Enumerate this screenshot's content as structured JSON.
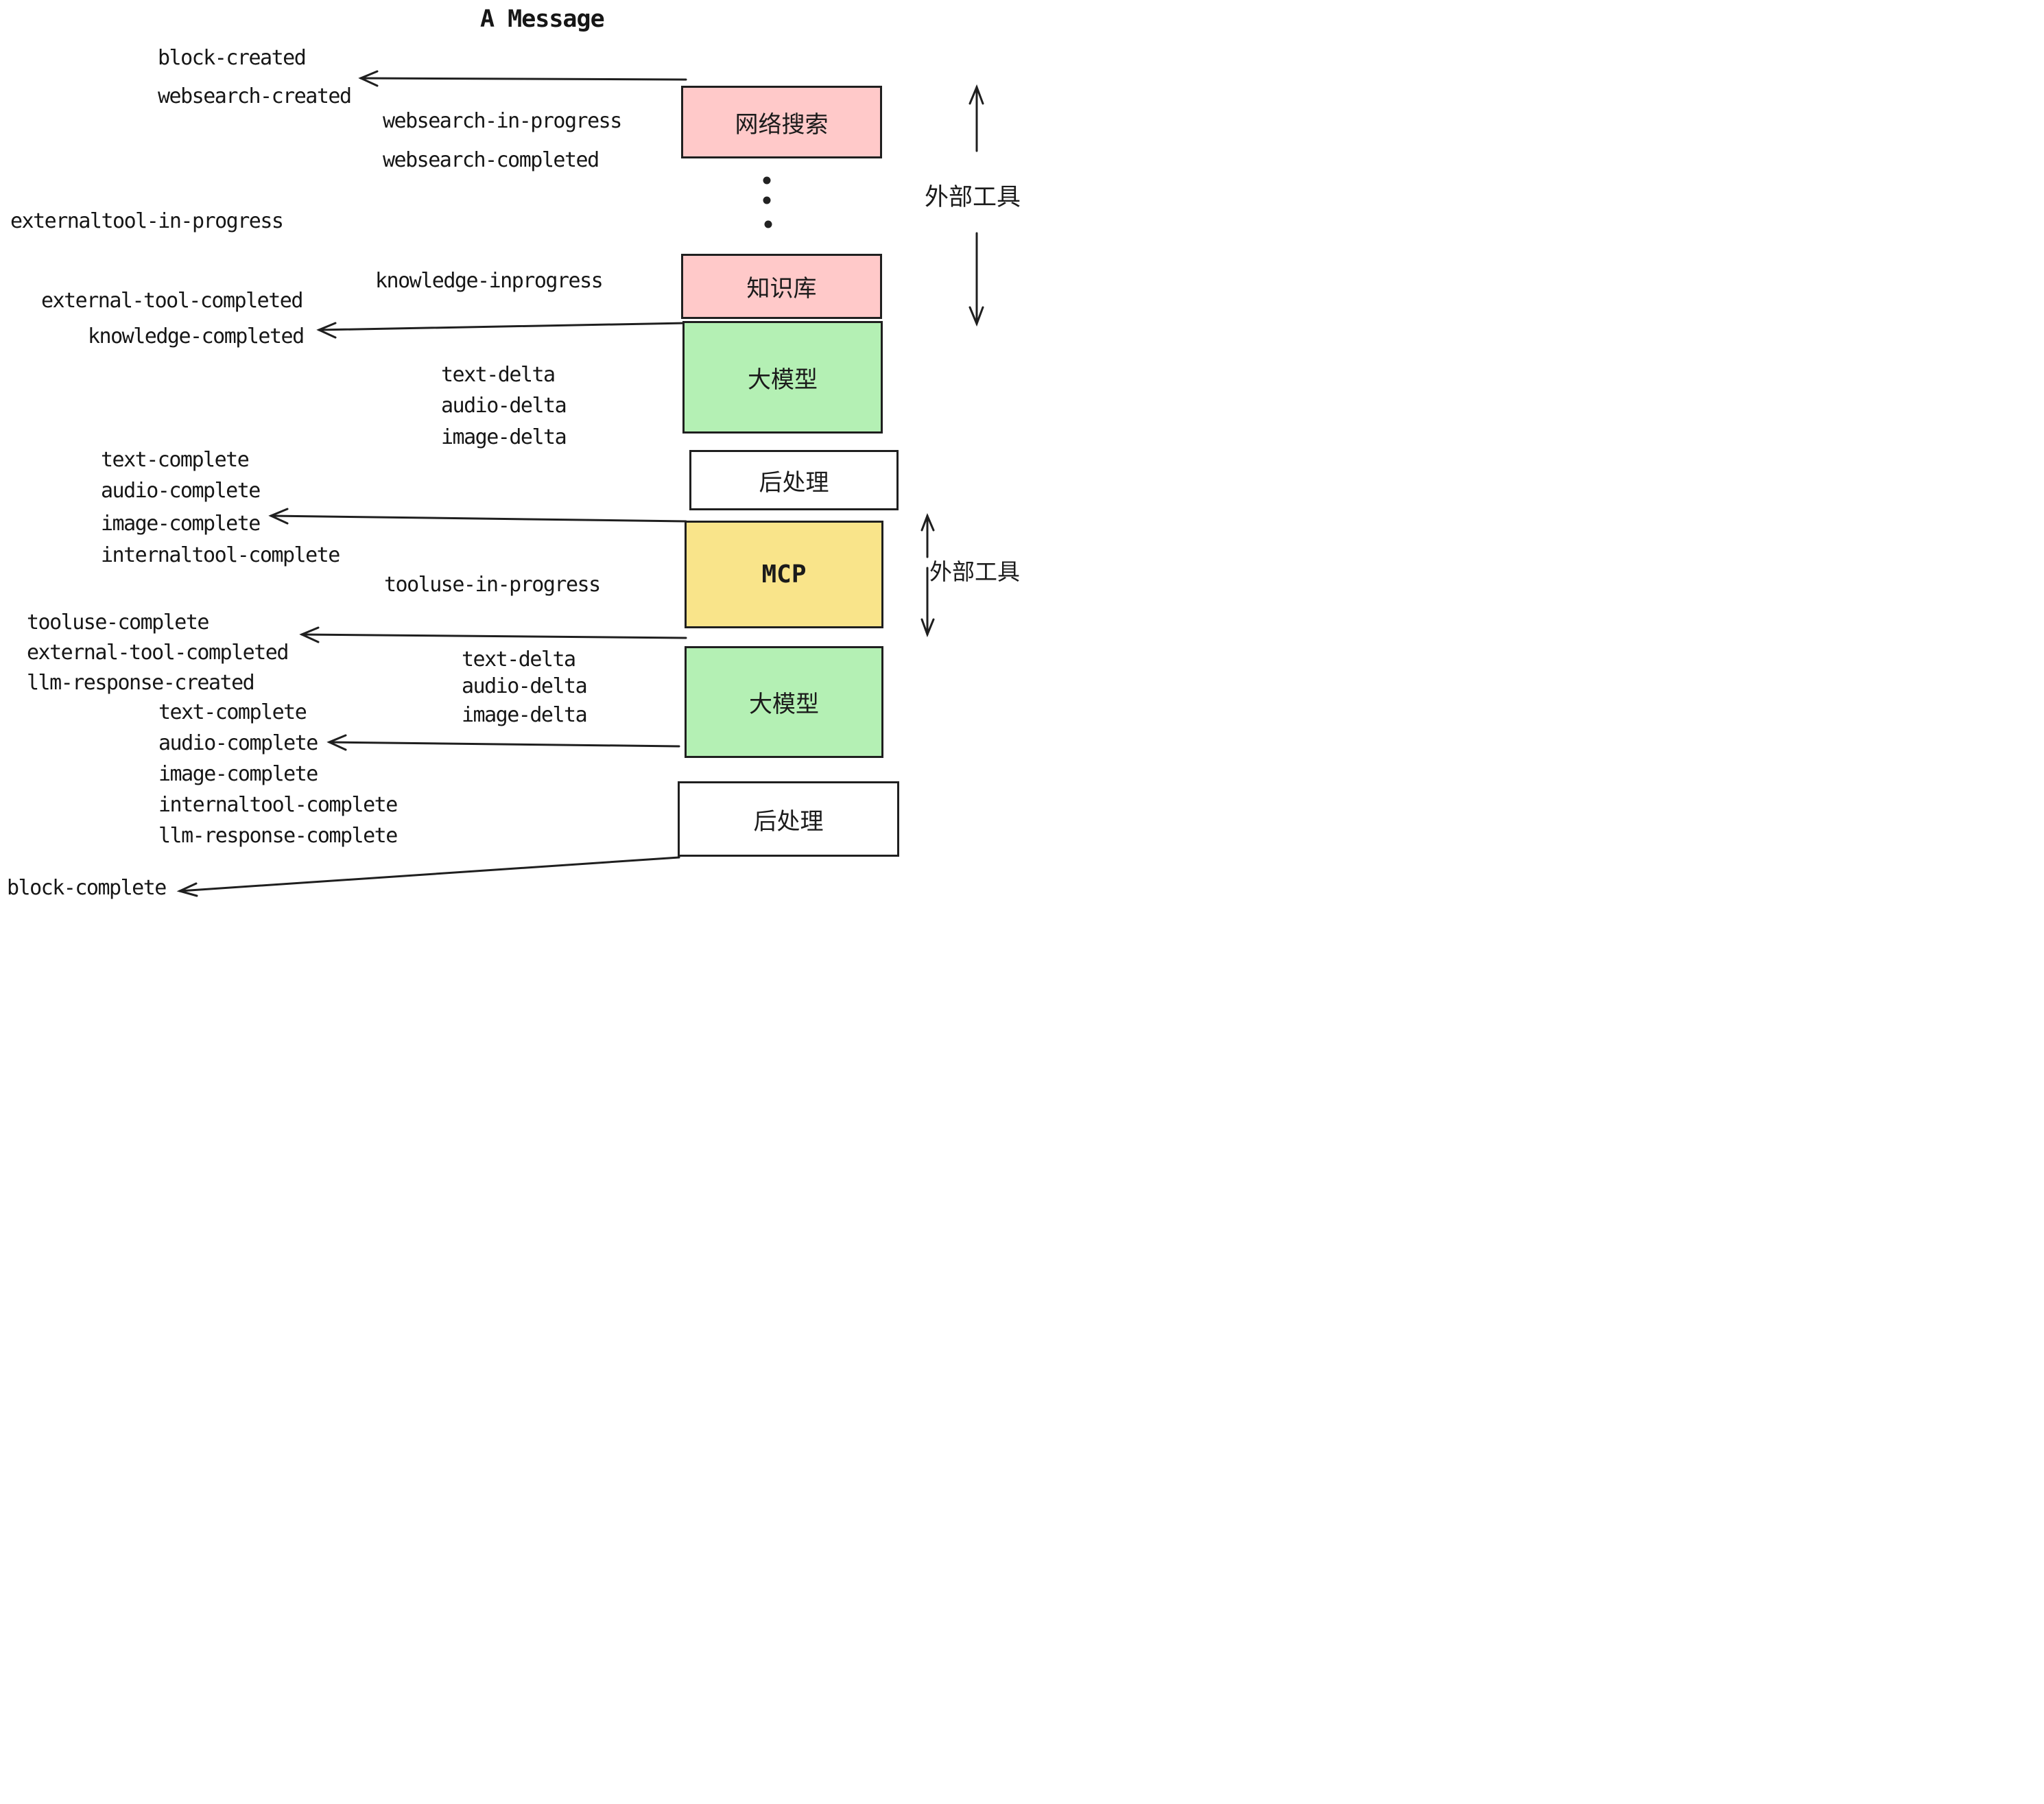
{
  "title": "A Message",
  "events": [
    {
      "id": "block-created",
      "label": "block-created"
    },
    {
      "id": "websearch-created",
      "label": "websearch-created"
    },
    {
      "id": "websearch-in-progress",
      "label": "websearch-in-progress"
    },
    {
      "id": "websearch-completed",
      "label": "websearch-completed"
    },
    {
      "id": "externaltool-in-progress",
      "label": "externaltool-in-progress"
    },
    {
      "id": "knowledge-inprogress",
      "label": "knowledge-inprogress"
    },
    {
      "id": "external-tool-completed",
      "label": "external-tool-completed"
    },
    {
      "id": "knowledge-completed",
      "label": "knowledge-completed"
    },
    {
      "id": "text-delta",
      "label": "text-delta"
    },
    {
      "id": "audio-delta",
      "label": "audio-delta"
    },
    {
      "id": "image-delta",
      "label": "image-delta"
    },
    {
      "id": "text-complete",
      "label": "text-complete"
    },
    {
      "id": "audio-complete",
      "label": "audio-complete"
    },
    {
      "id": "image-complete",
      "label": "image-complete"
    },
    {
      "id": "internaltool-complete",
      "label": "internaltool-complete"
    },
    {
      "id": "tooluse-in-progress",
      "label": "tooluse-in-progress"
    },
    {
      "id": "tooluse-complete",
      "label": "tooluse-complete"
    },
    {
      "id": "external-tool-completed-2",
      "label": "external-tool-completed"
    },
    {
      "id": "llm-response-created",
      "label": "llm-response-created"
    },
    {
      "id": "text-delta-2",
      "label": "text-delta"
    },
    {
      "id": "audio-delta-2",
      "label": "audio-delta"
    },
    {
      "id": "image-delta-2",
      "label": "image-delta"
    },
    {
      "id": "text-complete-2",
      "label": "text-complete"
    },
    {
      "id": "audio-complete-2",
      "label": "audio-complete"
    },
    {
      "id": "image-complete-2",
      "label": "image-complete"
    },
    {
      "id": "internaltool-complete-2",
      "label": "internaltool-complete"
    },
    {
      "id": "llm-response-complete",
      "label": "llm-response-complete"
    },
    {
      "id": "block-complete",
      "label": "block-complete"
    }
  ],
  "boxes": [
    {
      "id": "websearch-box",
      "label": "网络搜索",
      "color": "#ffc9c9"
    },
    {
      "id": "knowledge-box",
      "label": "知识库",
      "color": "#ffc9c9"
    },
    {
      "id": "llm-box-1",
      "label": "大模型",
      "color": "#b4f0b4"
    },
    {
      "id": "post-box-1",
      "label": "后处理",
      "color": "#ffffff"
    },
    {
      "id": "mcp-box",
      "label": "MCP",
      "color": "#f9e48a"
    },
    {
      "id": "llm-box-2",
      "label": "大模型",
      "color": "#b4f0b4"
    },
    {
      "id": "post-box-2",
      "label": "后处理",
      "color": "#ffffff"
    }
  ],
  "side_labels": {
    "top": "外部工具",
    "mcp": "外部工具"
  }
}
